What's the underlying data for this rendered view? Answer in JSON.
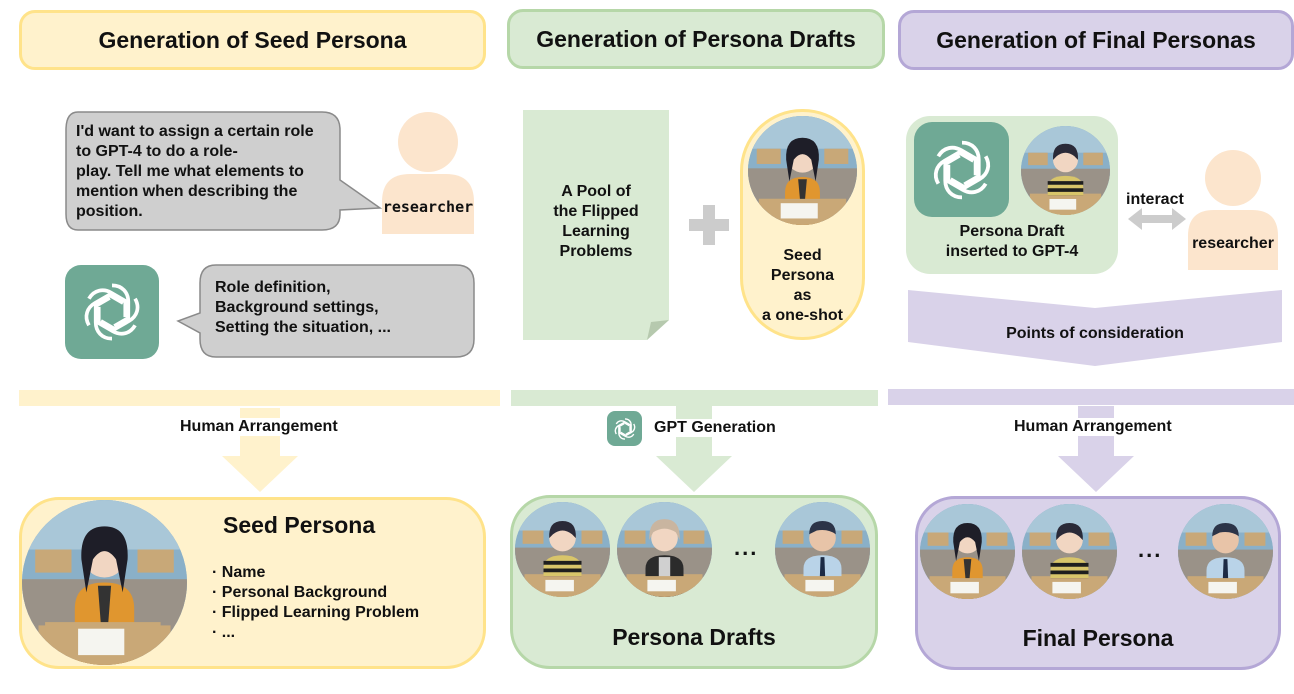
{
  "columns": {
    "seed": {
      "header": "Generation of Seed Persona",
      "prompt_bubble": [
        "I'd want to assign a certain role",
        "to GPT-4 to do a role-",
        "play. Tell me what elements to",
        "mention when describing the",
        "position."
      ],
      "researcher_label": "researcher",
      "gpt_reply": [
        "Role definition,",
        "Background settings,",
        "Setting the situation, ..."
      ],
      "arrow_label": "Human Arrangement",
      "result_title": "Seed Persona",
      "result_bullets": [
        "· Name",
        "· Personal Background",
        "· Flipped Learning Problem",
        "· ..."
      ]
    },
    "drafts": {
      "header": "Generation of Persona Drafts",
      "pool_label": [
        "A Pool of",
        "the Flipped",
        "Learning",
        "Problems"
      ],
      "seed_label": [
        "Seed",
        "Persona",
        "as",
        "a one-shot"
      ],
      "arrow_label": "GPT Generation",
      "ellipsis": "...",
      "result_title": "Persona Drafts"
    },
    "final": {
      "header": "Generation of Final Personas",
      "draft_label": [
        "Persona Draft",
        "inserted to GPT-4"
      ],
      "interact_label": "interact",
      "researcher_label": "researcher",
      "consideration_label": "Points of consideration",
      "arrow_label": "Human Arrangement",
      "ellipsis": "...",
      "result_title": "Final Persona"
    }
  },
  "colors": {
    "yellow_fill": "#fff2cc",
    "yellow_border": "#ffe38a",
    "green_fill": "#d9ead3",
    "green_border": "#b6d7a8",
    "purple_fill": "#d9d2e9",
    "purple_border": "#b4a7d6",
    "gpt_green": "#6fa995",
    "person_peach": "#fce5cd"
  },
  "icons": [
    "openai-logo-icon",
    "person-icon",
    "plus-icon",
    "double-arrow-icon",
    "down-arrow-icon",
    "avatar-girl-orange",
    "avatar-girl-striped",
    "avatar-girl-black",
    "avatar-boy-blue"
  ]
}
